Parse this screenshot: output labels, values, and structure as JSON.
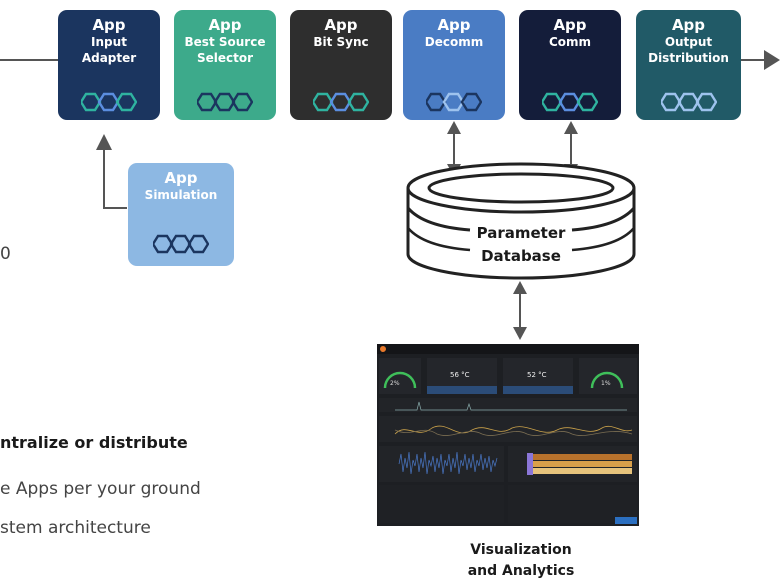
{
  "apps": [
    {
      "id": "input-adapter",
      "word": "App",
      "name_lines": [
        "Input",
        "Adapter"
      ],
      "color": "#1b355f"
    },
    {
      "id": "best-source-selector",
      "word": "App",
      "name_lines": [
        "Best Source",
        "Selector"
      ],
      "color": "#3daa8b"
    },
    {
      "id": "bit-sync",
      "word": "App",
      "name_lines": [
        "Bit Sync"
      ],
      "color": "#2e2e2e"
    },
    {
      "id": "decomm",
      "word": "App",
      "name_lines": [
        "Decomm"
      ],
      "color": "#4a7cc4"
    },
    {
      "id": "comm",
      "word": "App",
      "name_lines": [
        "Comm"
      ],
      "color": "#141d3a"
    },
    {
      "id": "output-distribution",
      "word": "App",
      "name_lines": [
        "Output",
        "Distribution"
      ],
      "color": "#215a67"
    }
  ],
  "simulation": {
    "word": "App",
    "name": "Simulation",
    "color": "#8db8e3"
  },
  "database": {
    "line1": "Parameter",
    "line2": "Database"
  },
  "dashboard": {
    "caption_line1": "Visualization",
    "caption_line2": "and Analytics",
    "gauge_left": "2%",
    "gauge_right": "1%",
    "temp_left": "56 °C",
    "temp_right": "52 °C"
  },
  "left_text": {
    "partial_zero": "0",
    "heading": "ntralize or distribute",
    "line1": "e Apps per your ground",
    "line2": "stem architecture"
  }
}
